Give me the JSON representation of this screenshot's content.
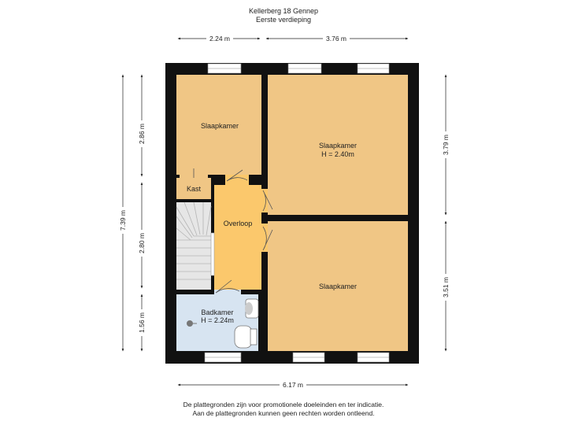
{
  "header": {
    "line1": "Kellerberg 18 Gennep",
    "line2": "Eerste verdieping"
  },
  "dimensions": {
    "top_left": "2.24 m",
    "top_right": "3.76 m",
    "bottom_total": "6.17 m",
    "left_total": "7.39 m",
    "left_upper": "2.86 m",
    "left_middle": "2.80 m",
    "left_lower": "1.56 m",
    "right_upper": "3.79 m",
    "right_lower": "3.51 m"
  },
  "rooms": {
    "bedroom_top_left": {
      "name": "Slaapkamer"
    },
    "bedroom_top_right": {
      "name": "Slaapkamer",
      "height": "H = 2.40m"
    },
    "bedroom_bottom_right": {
      "name": "Slaapkamer"
    },
    "closet": {
      "name": "Kast"
    },
    "landing": {
      "name": "Overloop"
    },
    "bathroom": {
      "name": "Badkamer",
      "height": "H = 2.24m"
    }
  },
  "colors": {
    "room": "#f0c685",
    "landing": "#fbc86c",
    "bath": "#d7e4f1",
    "wall": "#111111",
    "stair": "#e6e6e6"
  },
  "footer": {
    "line1": "De plattegronden zijn voor promotionele doeleinden en ter indicatie.",
    "line2": "Aan de plattegronden kunnen geen rechten worden ontleend."
  }
}
